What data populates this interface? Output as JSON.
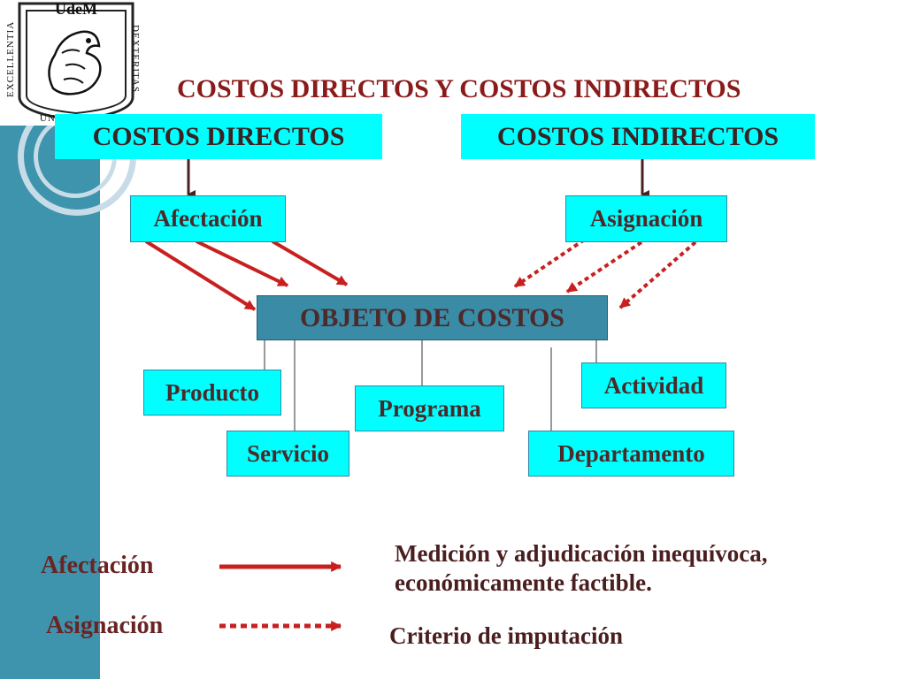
{
  "title": "COSTOS   DIRECTOS  Y COSTOS  INDIRECTOS",
  "logo": {
    "name": "UdeM",
    "left_motto": "EXCELLENTIA",
    "right_motto": "DEXTERITAS",
    "bottom_motto": "UNIVERSITAS"
  },
  "headers": {
    "directos": "COSTOS   DIRECTOS",
    "indirectos": "COSTOS   INDIRECTOS"
  },
  "nodes": {
    "afectacion": "Afectación",
    "asignacion": "Asignación",
    "objeto": "OBJETO   DE   COSTOS",
    "producto": "Producto",
    "servicio": "Servicio",
    "programa": "Programa",
    "departamento": "Departamento",
    "actividad": "Actividad"
  },
  "legend": {
    "afectacion_label": "Afectación",
    "afectacion_desc_line1": "Medición y adjudicación inequívoca,",
    "afectacion_desc_line2": "económicamente factible.",
    "asignacion_label": "Asignación",
    "asignacion_desc": "Criterio de imputación"
  },
  "colors": {
    "accent": "#c8201f",
    "cyan": "#00ffff",
    "sidebar": "#3e93ad",
    "object_box": "#3a8ba6",
    "title": "#8b1a1a"
  }
}
